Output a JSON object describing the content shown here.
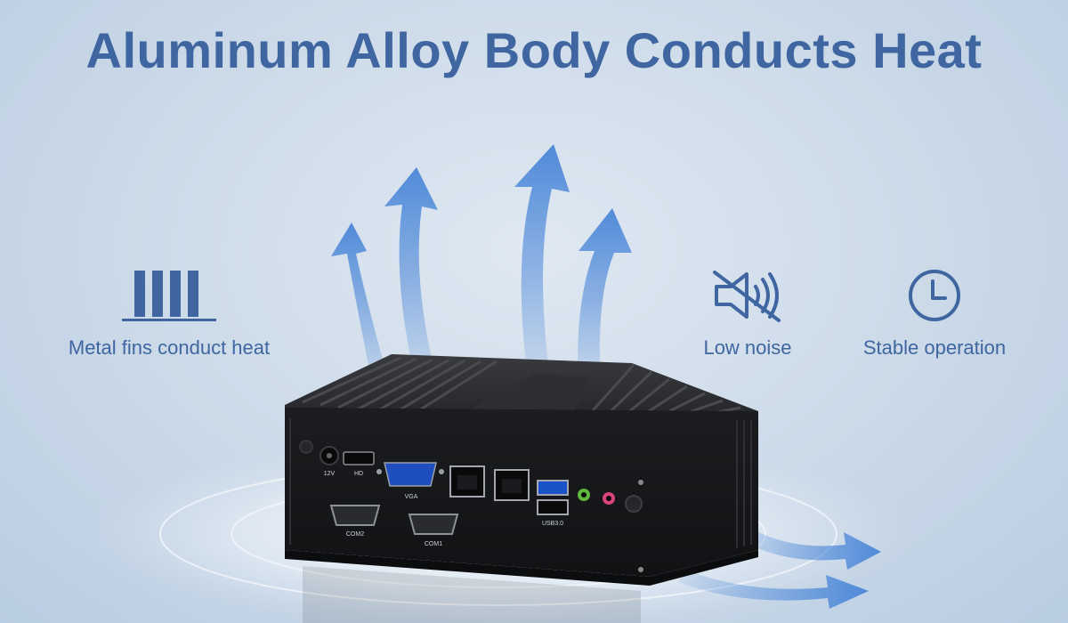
{
  "title": "Aluminum Alloy Body Conducts Heat",
  "features": [
    {
      "id": "fins",
      "label": "Metal fins conduct heat",
      "icon": "metal-fins-icon"
    },
    {
      "id": "noise",
      "label": "Low noise",
      "icon": "muted-speaker-icon"
    },
    {
      "id": "stable",
      "label": "Stable operation",
      "icon": "clock-icon"
    }
  ],
  "colors": {
    "title": "#3f66a0",
    "arrow": "#4a86d8",
    "device": "#1e1f22"
  },
  "device": {
    "port_labels": [
      "12V",
      "HD",
      "VGA",
      "COM2",
      "COM1",
      "USB3.0"
    ]
  }
}
